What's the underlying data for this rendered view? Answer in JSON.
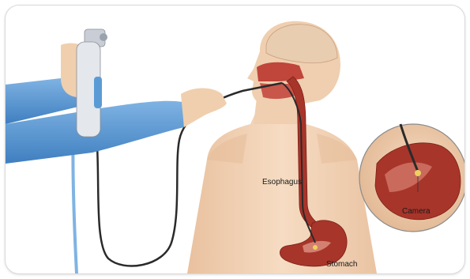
{
  "labels": {
    "esophagus": "Esophagus",
    "stomach": "Stomach",
    "camera": "Camera"
  },
  "colors": {
    "skin": "#f3d3b6",
    "tissue": "#a8352a",
    "tissue_dark": "#7a1f17",
    "sleeve": "#5b9bd5",
    "scope_cable": "#2a2a2a",
    "frame_border": "#d9d9d9"
  }
}
